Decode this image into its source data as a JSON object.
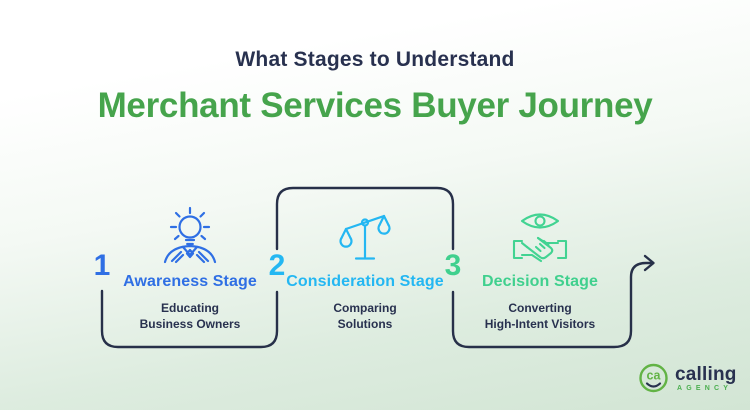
{
  "header": {
    "subtitle": "What Stages to Understand",
    "title": "Merchant Services Buyer Journey"
  },
  "stages": [
    {
      "number": "1",
      "label": "Awareness Stage",
      "line1": "Educating",
      "line2": "Business Owners",
      "color": "#2f6fe4",
      "icon": "idea-person-icon"
    },
    {
      "number": "2",
      "label": "Consideration Stage",
      "line1": "Comparing",
      "line2": "Solutions",
      "color": "#24b7f2",
      "icon": "balance-scale-icon"
    },
    {
      "number": "3",
      "label": "Decision Stage",
      "line1": "Converting",
      "line2": "High-Intent Visitors",
      "color": "#40d08e",
      "icon": "handshake-eye-icon"
    }
  ],
  "flow": {
    "connector_color": "#273049",
    "arrow_icon": "right-arrow-icon"
  },
  "logo": {
    "monogram": "ca",
    "brand": "calling",
    "tagline": "AGENCY",
    "accent": "#62b345"
  },
  "colors": {
    "navy": "#28314f",
    "title_green": "#46a44c",
    "stage_blue": "#2f6fe4",
    "stage_cyan": "#24b7f2",
    "stage_mint": "#40d08e",
    "logo_lime": "#62b345",
    "bg_bottom": "#d2e5d4",
    "bg_top": "#ffffff"
  }
}
